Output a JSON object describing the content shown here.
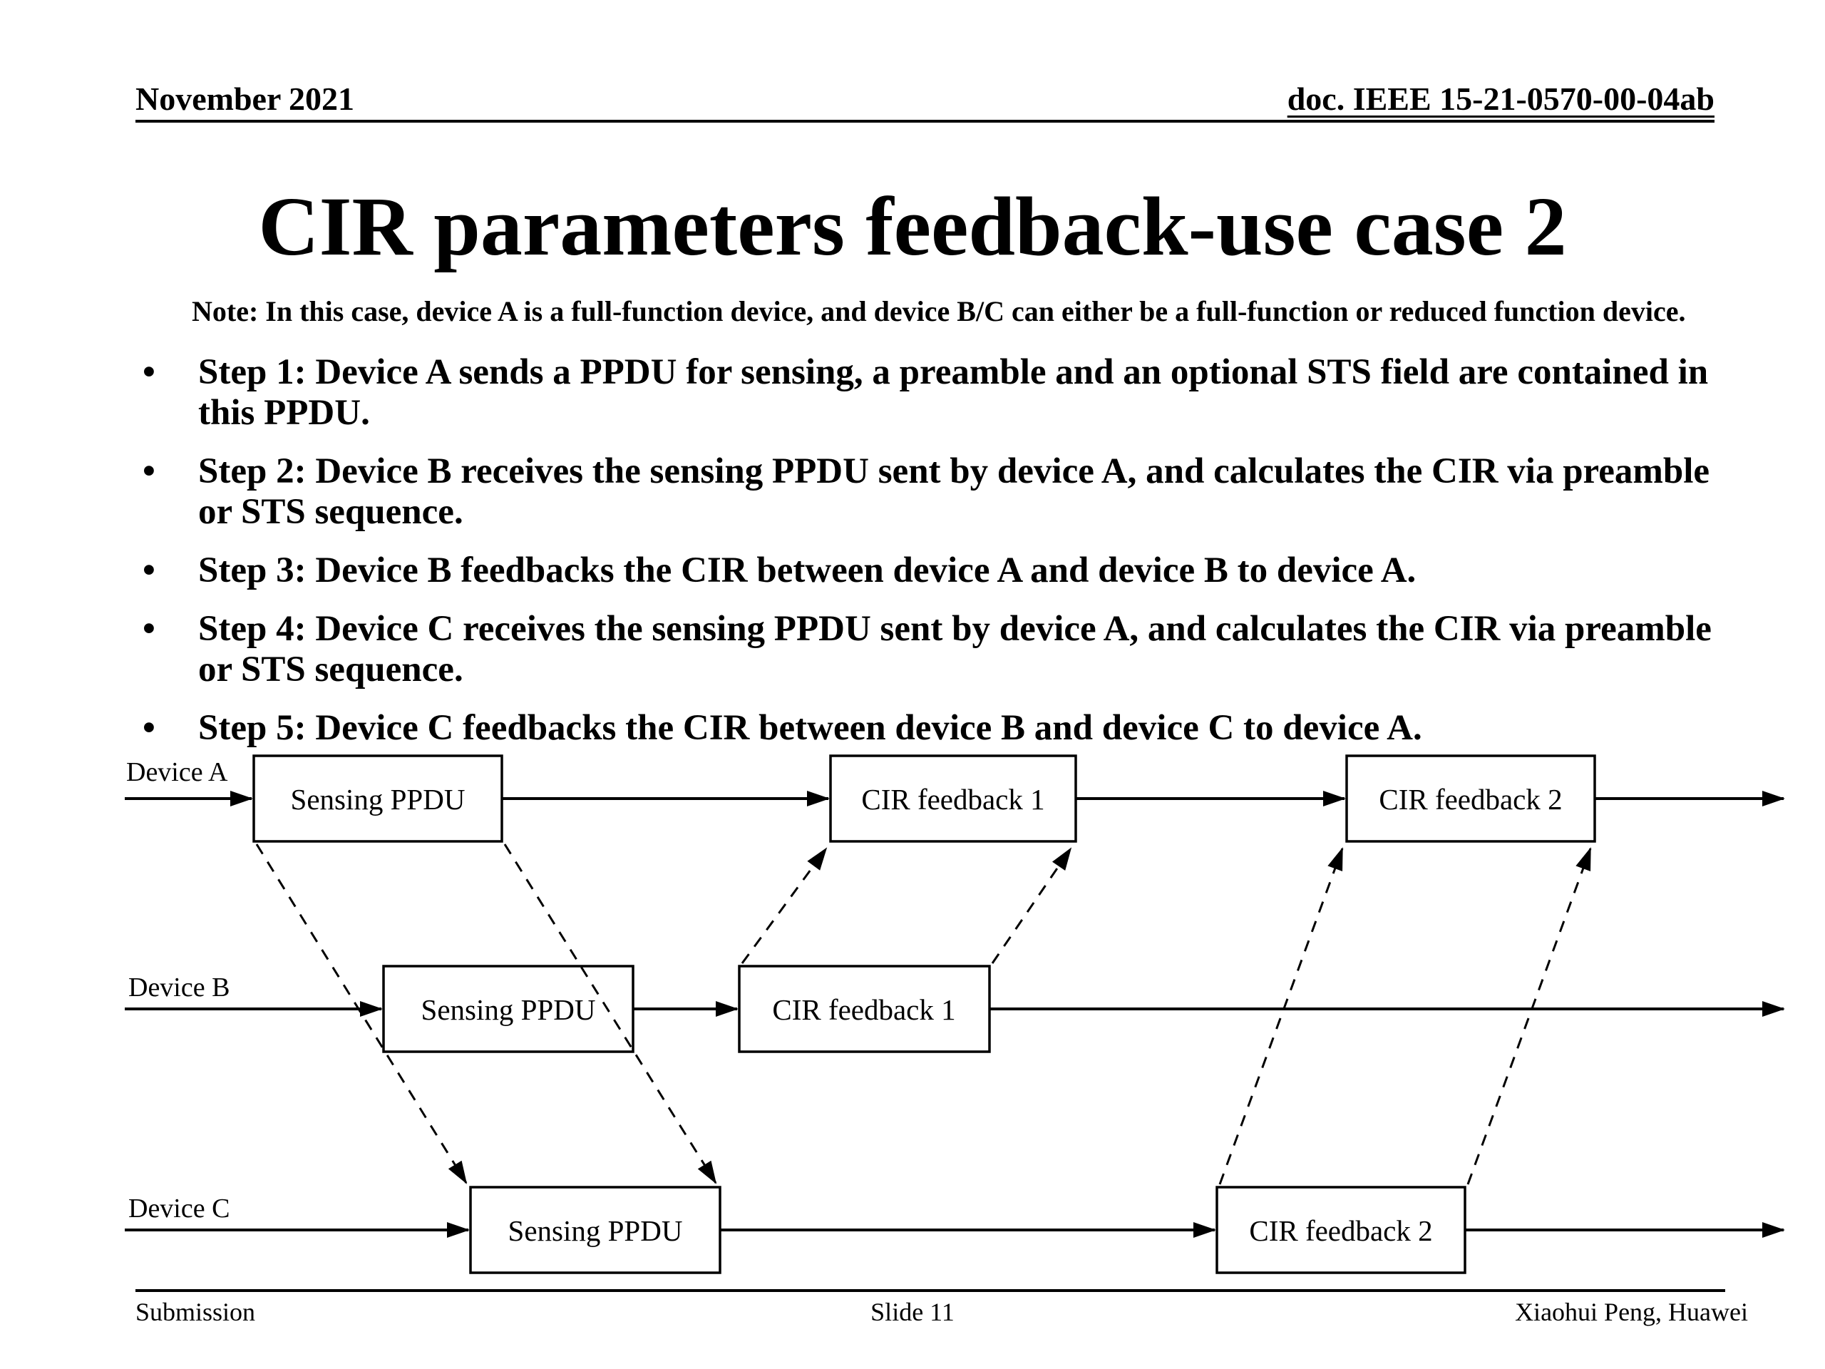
{
  "slide": {
    "header": {
      "date": "November 2021",
      "doc_number": "doc. IEEE 15-21-0570-00-04ab"
    },
    "title": "CIR parameters feedback-use case 2",
    "note": "Note: In this case, device A is a full-function device, and device B/C can either be a full-function or reduced function device.",
    "bullet": "•",
    "steps": [
      "Step 1: Device A sends a PPDU for sensing, a preamble and an optional STS field are contained in this PPDU.",
      "Step 2: Device B receives the sensing PPDU sent by device A, and calculates the CIR via preamble or STS sequence.",
      "Step 3: Device B feedbacks the CIR between device A and device B to device A.",
      "Step 4: Device C receives the sensing PPDU sent by device A, and calculates the CIR via preamble or STS sequence.",
      "Step 5: Device C feedbacks the CIR between device B and device C to device A."
    ],
    "diagram": {
      "rows": [
        {
          "device": "Device A",
          "boxes": [
            "Sensing PPDU",
            "CIR feedback 1",
            "CIR feedback 2"
          ]
        },
        {
          "device": "Device B",
          "boxes": [
            "Sensing PPDU",
            "CIR feedback 1"
          ]
        },
        {
          "device": "Device C",
          "boxes": [
            "Sensing PPDU",
            "CIR feedback 2"
          ]
        }
      ]
    },
    "footer": {
      "left": "Submission",
      "center": "Slide 11",
      "right": "Xiaohui Peng, Huawei"
    },
    "colors": {
      "background": "#ffffff",
      "text": "#000000",
      "line": "#000000"
    }
  }
}
